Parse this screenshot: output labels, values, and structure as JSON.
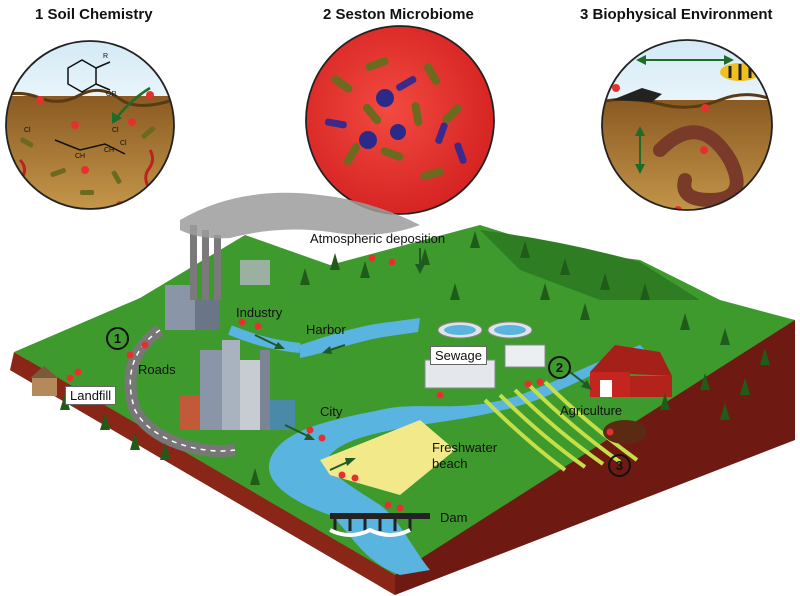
{
  "panels": [
    {
      "number": "1",
      "title": "Soil Chemistry"
    },
    {
      "number": "2",
      "title": "Seston Microbiome"
    },
    {
      "number": "3",
      "title": "Biophysical Environment"
    }
  ],
  "panel_titles": {
    "soil": "1 Soil Chemistry",
    "seston": "2 Seston Microbiome",
    "biophysical": "3 Biophysical Environment"
  },
  "chem_labels": {
    "r1": "R",
    "r2": "OR",
    "cl1": "Cl",
    "cl2": "Cl",
    "cl3": "Cl",
    "ch1": "CH",
    "ch2": "CH"
  },
  "labels": {
    "atmospheric": "Atmospheric deposition",
    "industry": "Industry",
    "harbor": "Harbor",
    "sewage": "Sewage",
    "roads": "Roads",
    "landfill": "Landfill",
    "city": "City",
    "agriculture": "Agriculture",
    "freshwater1": "Freshwater",
    "freshwater2": "beach",
    "dam": "Dam"
  },
  "markers": {
    "m1": "1",
    "m2": "2",
    "m3": "3"
  },
  "colors": {
    "grass": "#3f9a2e",
    "soil_cross_section": "#7b1a10",
    "water": "#5ab4e0",
    "microbe_sphere": "#e22d2d",
    "particle": "#e6302f",
    "barn": "#c4261f"
  }
}
